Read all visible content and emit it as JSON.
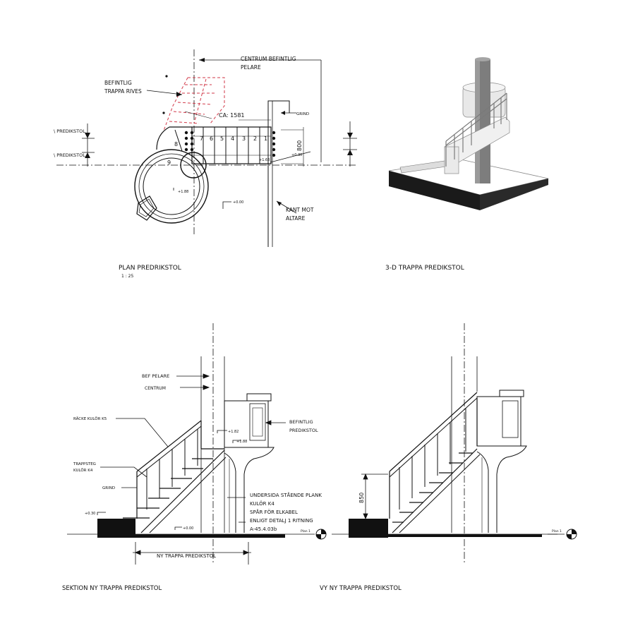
{
  "plan": {
    "title": "PLAN PREDRIKSTOL",
    "scale": "1 : 25",
    "label_centrum_1": "CENTRUM BEFINTLIG",
    "label_centrum_2": "PELARE",
    "label_befintlig_1": "BEFINTLIG",
    "label_befintlig_2": "TRAPPA RIVES",
    "label_ca": "CA: 1581",
    "label_grind": "GRIND",
    "label_predikstol_a": "\\ PREDIKSTOL",
    "label_predikstol_b": "\\ PREDIKSTOL",
    "dim_800": "800",
    "level_030": "+0.30",
    "level_000": "+0.00",
    "level_188": "+1.88",
    "level_163": "+1.63",
    "label_kant_1": "KANT MOT",
    "label_kant_2": "ALTARE",
    "step_numbers": [
      "9",
      "8",
      "7",
      "6",
      "5",
      "4",
      "3",
      "2",
      "1"
    ]
  },
  "trappa3d": {
    "title": "3-D TRAPPA PREDIKSTOL"
  },
  "sektion": {
    "title": "SEKTION NY TRAPPA PREDIKSTOL",
    "label_bef_pelare": "BEF PELARE",
    "label_centrum": "CENTRUM",
    "label_racke": "RÄCKE KULÖR K5",
    "label_trappsteg_1": "TRAPPSTEG",
    "label_trappsteg_2": "KULÖR K4",
    "label_grind": "GRIND",
    "label_befintlig_1": "BEFINTLIG",
    "label_befintlig_2": "PREDIKSTOL",
    "level_182": "+1.82",
    "level_188": "+1.88",
    "level_030": "+0.30",
    "level_000": "+0.00",
    "note_lines": [
      "UNDERSIDA STÅENDE PLANK",
      "KULÖR K4",
      "SPÅR FÖR ELKABEL",
      "ENLIGT DETALJ 1 RITNING",
      "A-45.4.03b"
    ],
    "dim_label": "NY TRAPPA PREDIKSTOL",
    "plan_marker": "Plan 1"
  },
  "vy": {
    "title": "VY NY TRAPPA PREDIKSTOL",
    "dim_850": "850",
    "plan_marker": "Plan 1"
  }
}
